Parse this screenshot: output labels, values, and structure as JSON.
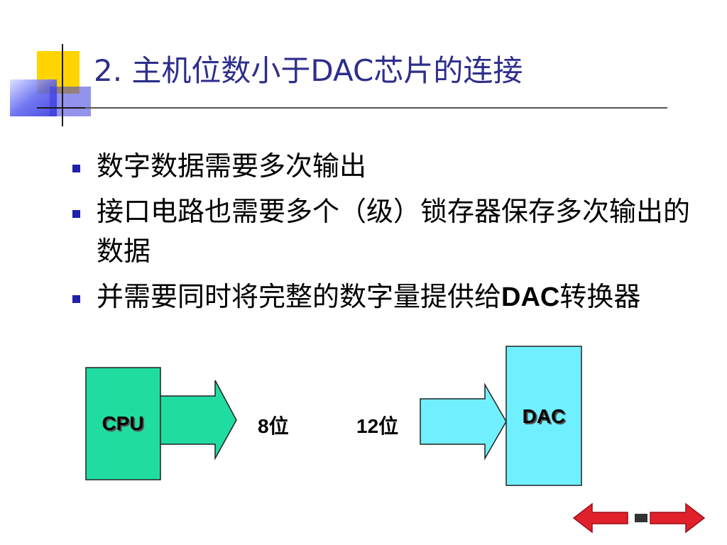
{
  "slide": {
    "title": "2. 主机位数小于DAC芯片的连接"
  },
  "bullets": [
    {
      "text": "数字数据需要多次输出",
      "suffix": ""
    },
    {
      "text": "接口电路也需要多个（级）锁存器保存多次输出的数据",
      "suffix": ""
    },
    {
      "text": "并需要同时将完整的数字量提供给",
      "suffix": "DAC",
      "tail": "转换器"
    }
  ],
  "diagram": {
    "cpu_label": "CPU",
    "dac_label": "DAC",
    "bits_left": "8位",
    "bits_right": "12位",
    "colors": {
      "cpu_fill": "#20dca0",
      "dac_fill": "#70f0ff",
      "arrow_left_fill": "#20dca0",
      "arrow_right_fill": "#70f0ff"
    }
  },
  "navigation": {
    "prev_icon": "arrow-left-icon",
    "next_icon": "arrow-right-icon",
    "color": "#e0202a"
  }
}
